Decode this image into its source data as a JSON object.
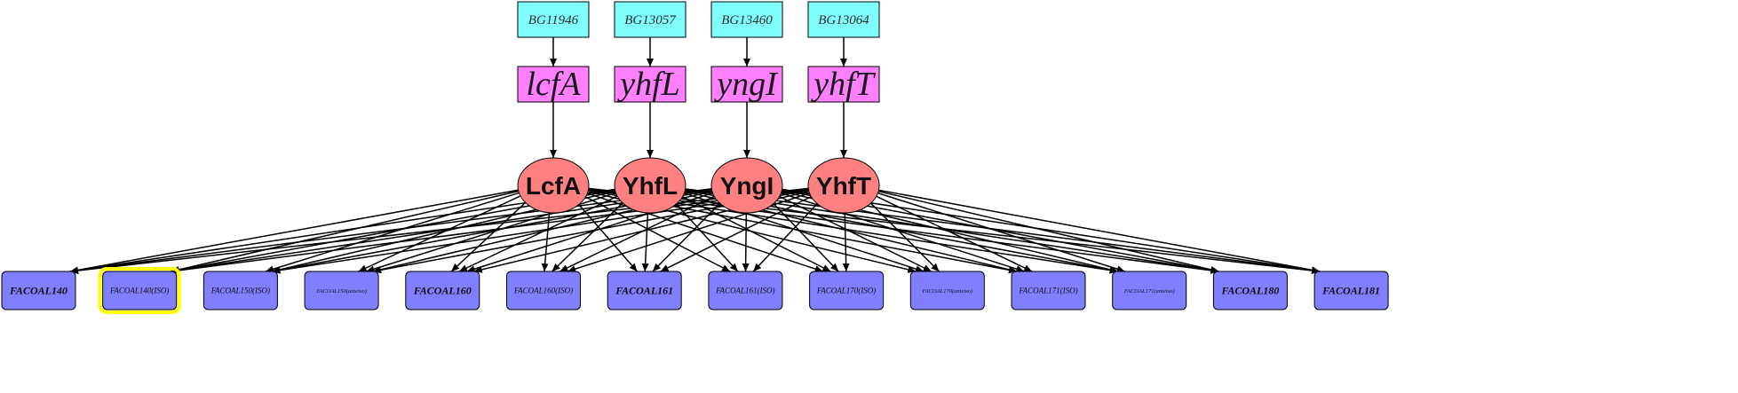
{
  "colors": {
    "gene_id_fill": "#80ffff",
    "gene_name_fill": "#ff80ff",
    "protein_fill": "#ff8080",
    "reaction_fill": "#8080ff",
    "highlight_border": "#ffff00",
    "edge": "#000000"
  },
  "gene_ids": [
    "BG11946",
    "BG13057",
    "BG13460",
    "BG13064"
  ],
  "gene_names": [
    "lcfA",
    "yhfL",
    "yngI",
    "yhfT"
  ],
  "proteins": [
    "LcfA",
    "YhfL",
    "YngI",
    "YhfT"
  ],
  "reactions": [
    {
      "label": "FACOAL140",
      "bold": true,
      "highlighted": false
    },
    {
      "label": "FACOAL140(ISO)",
      "bold": false,
      "highlighted": true
    },
    {
      "label": "FACOAL150(ISO)",
      "bold": false,
      "highlighted": false
    },
    {
      "label": "FACOAL150(anteiso)",
      "bold": false,
      "highlighted": false
    },
    {
      "label": "FACOAL160",
      "bold": true,
      "highlighted": false
    },
    {
      "label": "FACOAL160(ISO)",
      "bold": false,
      "highlighted": false
    },
    {
      "label": "FACOAL161",
      "bold": true,
      "highlighted": false
    },
    {
      "label": "FACOAL161(ISO)",
      "bold": false,
      "highlighted": false
    },
    {
      "label": "FACOAL170(ISO)",
      "bold": false,
      "highlighted": false
    },
    {
      "label": "FACOAL170(anteiso)",
      "bold": false,
      "highlighted": false
    },
    {
      "label": "FACOAL171(ISO)",
      "bold": false,
      "highlighted": false
    },
    {
      "label": "FACOAL171(anteiso)",
      "bold": false,
      "highlighted": false
    },
    {
      "label": "FACOAL180",
      "bold": true,
      "highlighted": false
    },
    {
      "label": "FACOAL181",
      "bold": true,
      "highlighted": false
    }
  ]
}
